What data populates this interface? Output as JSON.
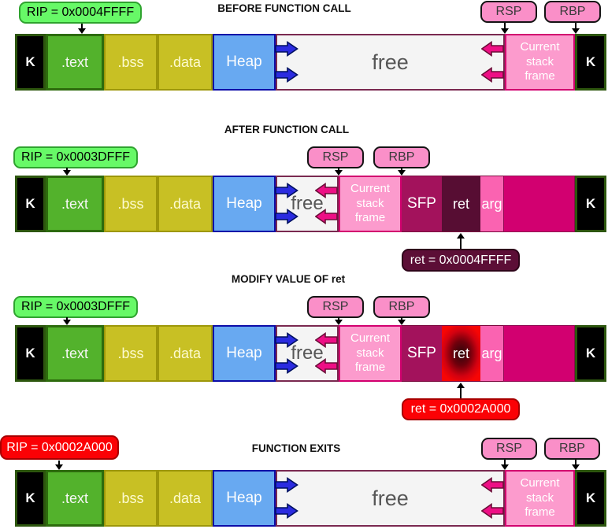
{
  "panels": [
    {
      "title": "BEFORE FUNCTION CALL",
      "rip_label": "RIP = 0x0004FFFF",
      "rsp_label": "RSP",
      "rbp_label": "RBP",
      "memory": {
        "kernel_left": "K",
        "text_seg": ".text",
        "bss": ".bss",
        "data_seg": ".data",
        "heap": "Heap",
        "free": "free",
        "stack_frame": "Current stack frame",
        "kernel_right": "K"
      }
    },
    {
      "title": "AFTER FUNCTION CALL",
      "rip_label": "RIP = 0x0003DFFF",
      "rsp_label": "RSP",
      "rbp_label": "RBP",
      "ret_annotation": "ret = 0x0004FFFF",
      "memory": {
        "kernel_left": "K",
        "text_seg": ".text",
        "bss": ".bss",
        "data_seg": ".data",
        "heap": "Heap",
        "free": "free",
        "stack_frame": "Current stack frame",
        "sfp": "SFP",
        "ret": "ret",
        "arg": "arg",
        "kernel_right": "K"
      }
    },
    {
      "title": "MODIFY VALUE OF ret",
      "rip_label": "RIP = 0x0003DFFF",
      "rsp_label": "RSP",
      "rbp_label": "RBP",
      "ret_annotation": "ret = 0x0002A000",
      "memory": {
        "kernel_left": "K",
        "text_seg": ".text",
        "bss": ".bss",
        "data_seg": ".data",
        "heap": "Heap",
        "free": "free",
        "stack_frame": "Current stack frame",
        "sfp": "SFP",
        "ret": "ret",
        "arg": "arg",
        "kernel_right": "K"
      }
    },
    {
      "title": "FUNCTION EXITS",
      "rip_label": "RIP = 0x0002A000",
      "rsp_label": "RSP",
      "rbp_label": "RBP",
      "memory": {
        "kernel_left": "K",
        "text_seg": ".text",
        "bss": ".bss",
        "data_seg": ".data",
        "heap": "Heap",
        "free": "free",
        "stack_frame": "Current stack frame",
        "kernel_right": "K"
      }
    }
  ],
  "colors": {
    "rip_normal": "#67f967",
    "rip_overwritten": "#fb0105",
    "register_tag": "#fa8fc8",
    "heap": "#68a9f1",
    "stack_frame": "#fc9bcd",
    "sfp_cell": "#a3125c",
    "ret_cell": "#570d33",
    "ret_modified": "#fb0105",
    "arg_cell": "#fa63b1",
    "old_frame": "#d20070",
    "heap_arrow": "#2b2be0",
    "stack_arrow": "#ee0f85"
  }
}
